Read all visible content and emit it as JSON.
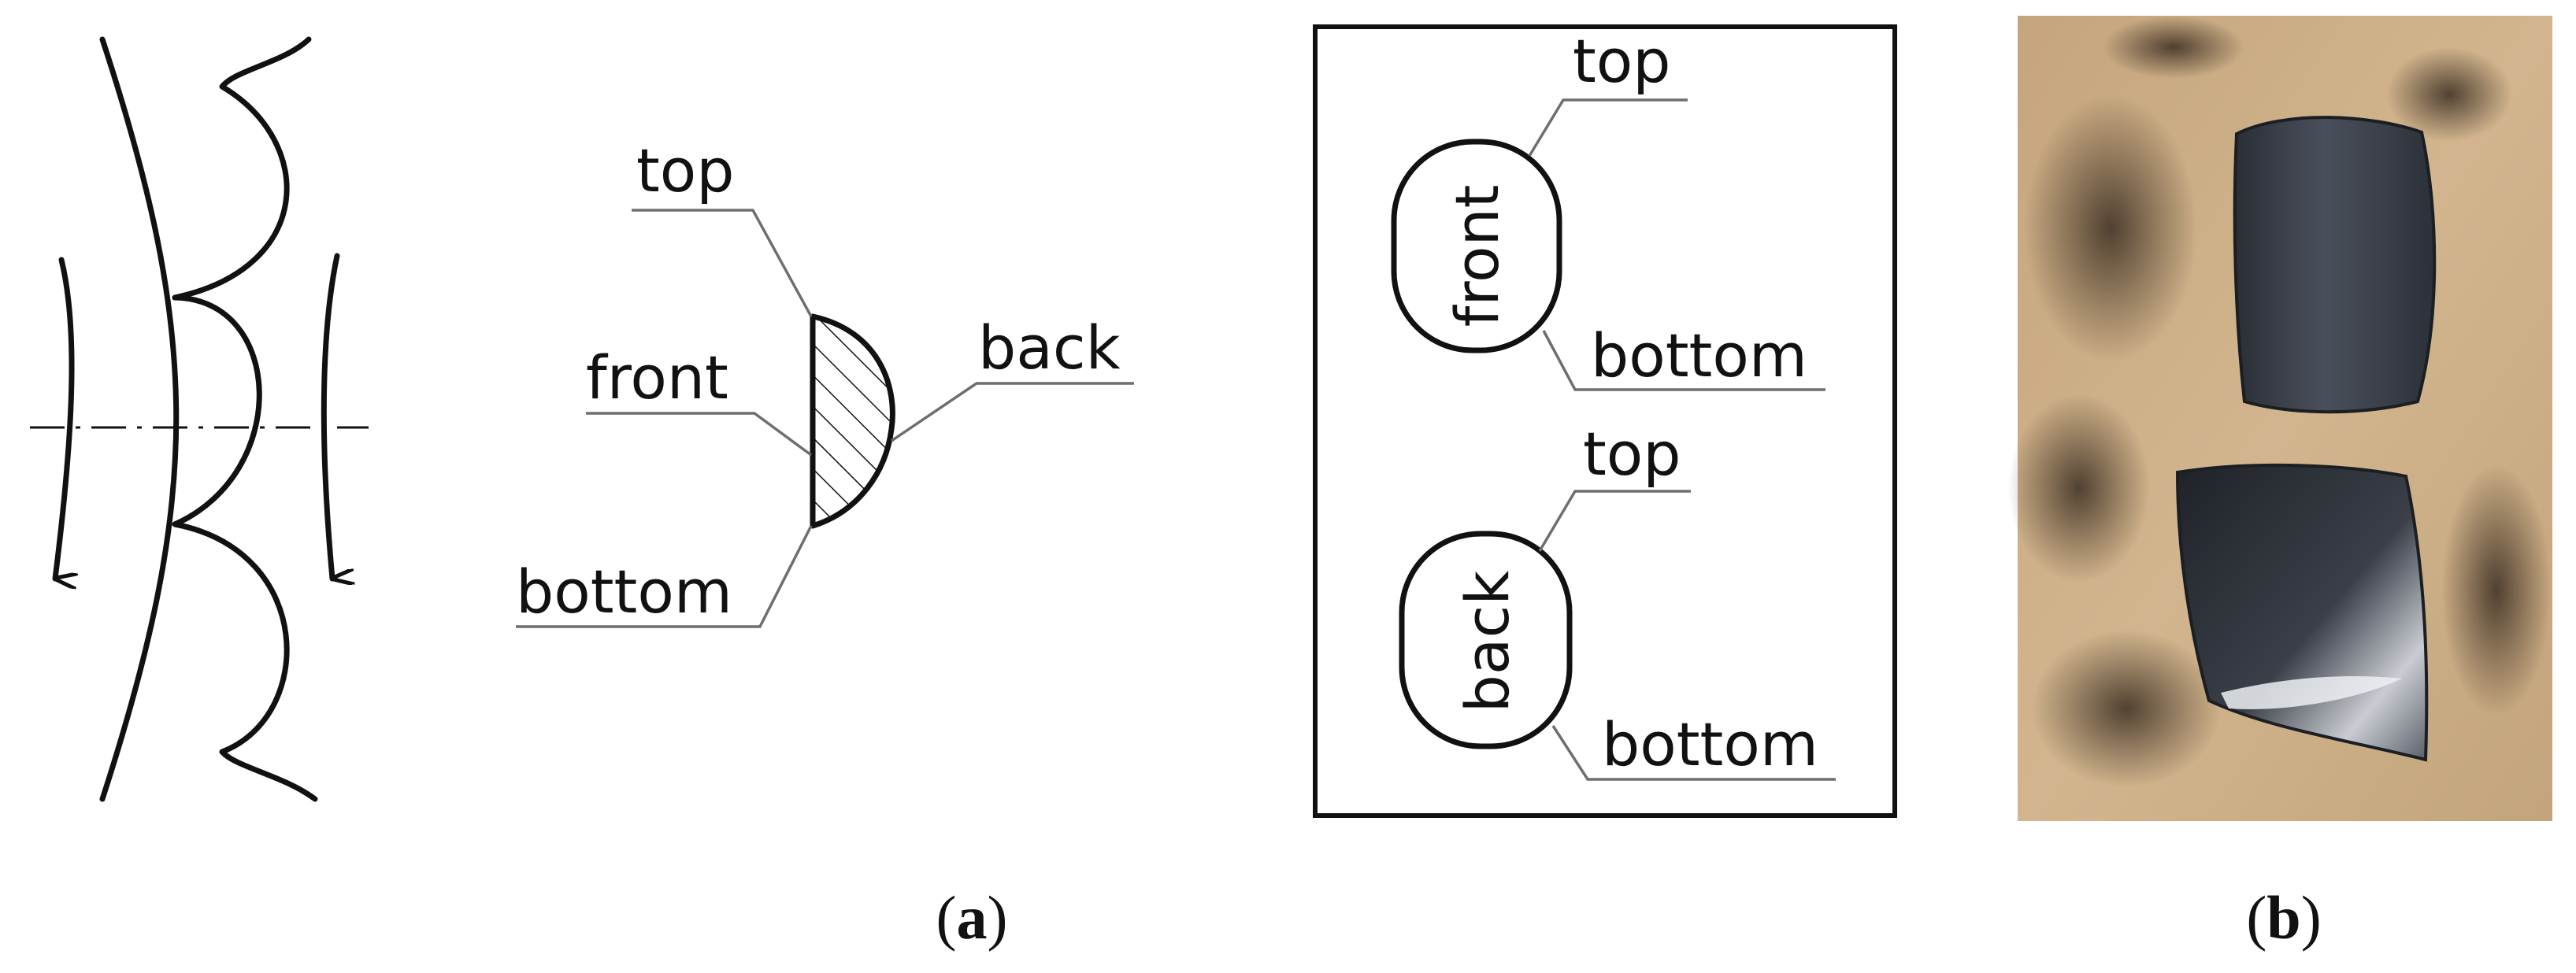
{
  "section_a": {
    "label_top": "top",
    "label_front": "front",
    "label_back": "back",
    "label_bottom": "bottom",
    "caption": "a"
  },
  "inset": {
    "front_view": {
      "top_label": "top",
      "face_label": "front",
      "bottom_label": "bottom"
    },
    "back_view": {
      "top_label": "top",
      "face_label": "back",
      "bottom_label": "bottom"
    }
  },
  "section_b": {
    "caption": "b"
  },
  "colors": {
    "line": "#111111",
    "leader": "#6e6e6e",
    "sand": "#c9ab83",
    "metal": "#3a3f48"
  }
}
